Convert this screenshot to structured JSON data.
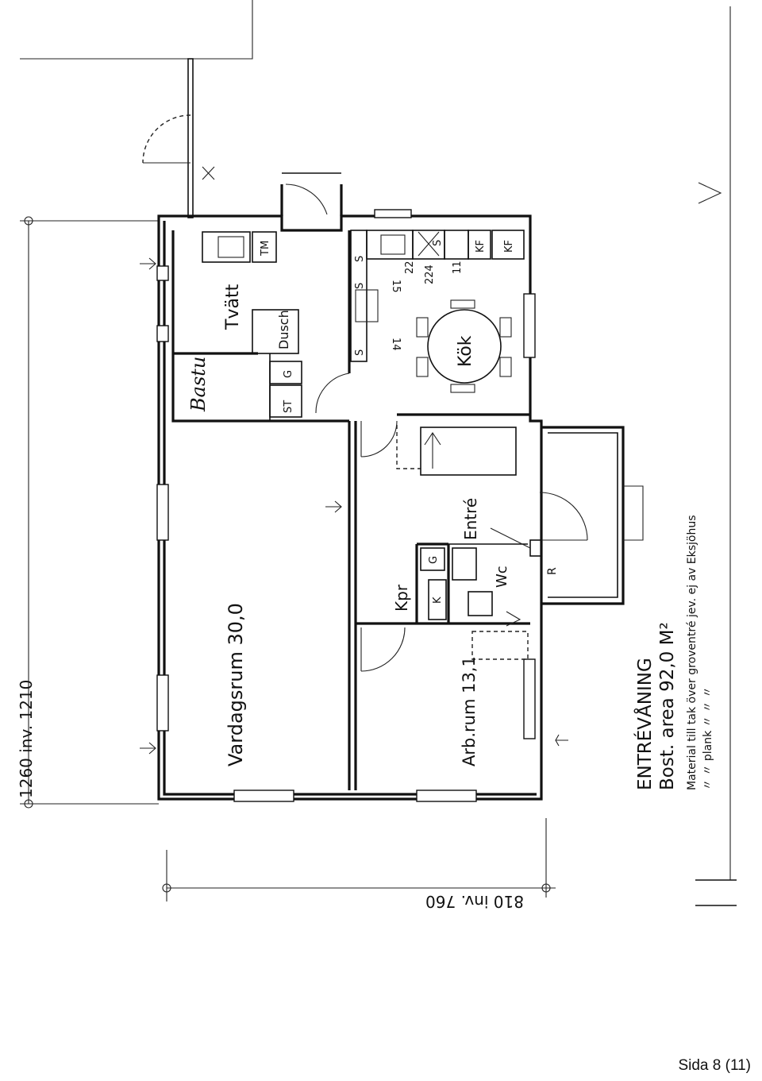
{
  "rooms": {
    "tvatt": "Tvätt",
    "dusch": "Dusch",
    "kok": "Kök",
    "vardagsrum": "Vardagsrum 30,0",
    "arbrum": "Arb.rum 13,1",
    "entre": "Entré",
    "wc": "Wc",
    "kpr": "Kpr",
    "bastu": "Bastu"
  },
  "fixtures": {
    "tm": "TM",
    "st": "ST",
    "g1": "G",
    "g2": "G",
    "k": "K",
    "r": "R",
    "kf1": "KF",
    "kf2": "KF",
    "s1": "S",
    "s2": "S",
    "s3": "S",
    "s4": "S",
    "n22": "22",
    "n224": "224",
    "n11": "11",
    "n15": "15",
    "n14": "14"
  },
  "dimensions": {
    "vertical": "1260 inv. 1210",
    "horizontal": "810 inv. 760"
  },
  "caption": {
    "title": "ENTRÉVÅNING",
    "area": "Bost. area  92,0 M²",
    "material1": "Material till tak över groventré jev. ej av Eksjöhus",
    "material2": "〃   〃  plank              〃   〃    〃"
  },
  "footer": "Sida 8 (11)"
}
